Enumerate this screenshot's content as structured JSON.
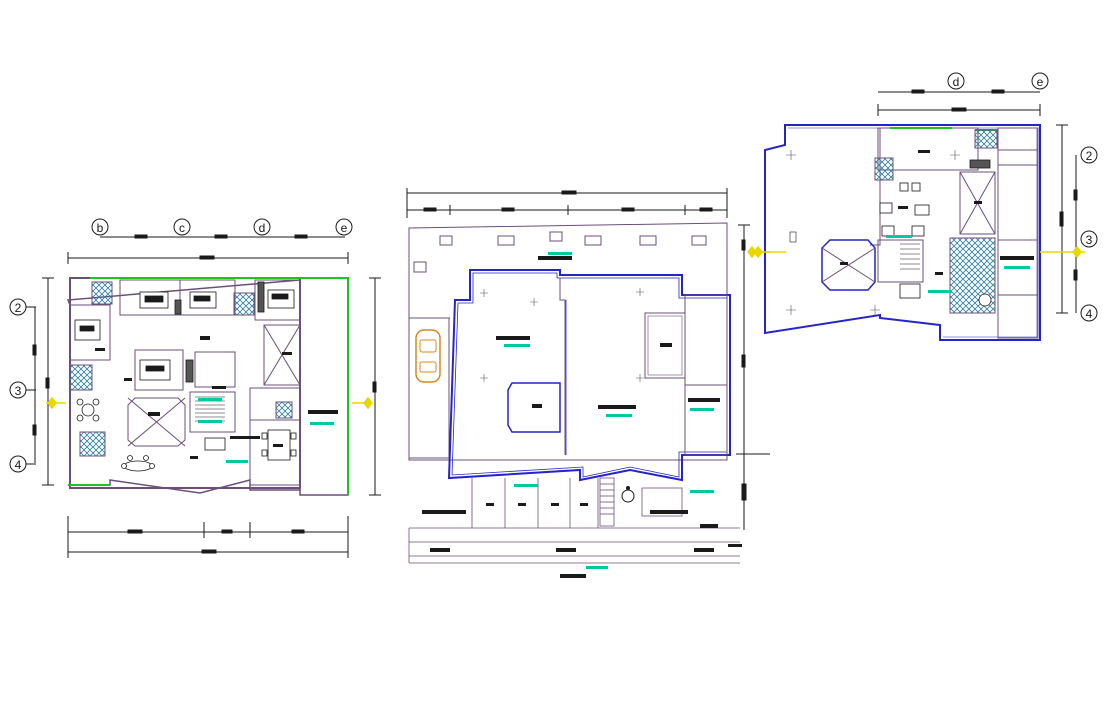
{
  "drawing": {
    "background": "#ffffff",
    "colors": {
      "wall": "#6b4f7a",
      "dark": "#1a1a1a",
      "blue_outline": "#2424c8",
      "green": "#19c619",
      "cyan_label": "#00c8a0",
      "hatch": "#2a7fa0",
      "yellow": "#e8d800",
      "car": "#d98a1e",
      "gray": "#999999"
    }
  },
  "plans": {
    "left": {
      "grid_columns": [
        {
          "id": "col-b",
          "label": "b"
        },
        {
          "id": "col-c",
          "label": "c"
        },
        {
          "id": "col-d",
          "label": "d"
        },
        {
          "id": "col-e",
          "label": "e"
        }
      ],
      "grid_rows": [
        {
          "id": "row-2",
          "label": "2"
        },
        {
          "id": "row-3",
          "label": "3"
        },
        {
          "id": "row-4",
          "label": "4"
        }
      ]
    },
    "right": {
      "grid_columns": [
        {
          "id": "col-d",
          "label": "d"
        },
        {
          "id": "col-e",
          "label": "e"
        }
      ],
      "grid_rows": [
        {
          "id": "row-2",
          "label": "2"
        },
        {
          "id": "row-3",
          "label": "3"
        },
        {
          "id": "row-4",
          "label": "4"
        }
      ]
    }
  }
}
